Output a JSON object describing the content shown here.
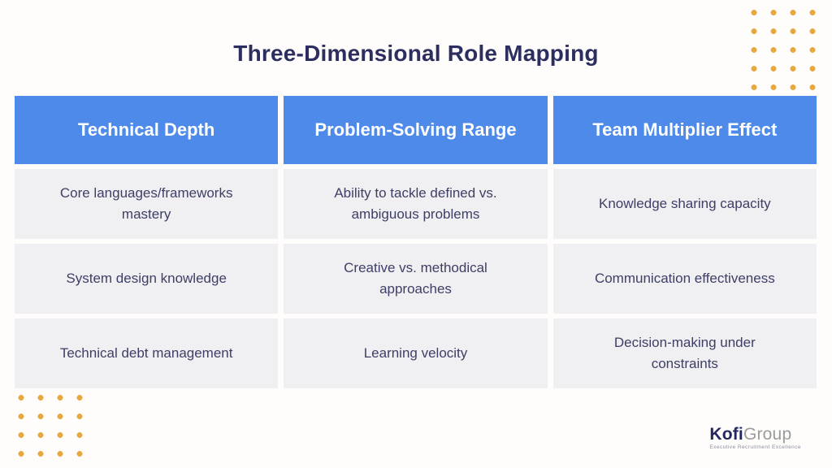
{
  "title": "Three-Dimensional Role Mapping",
  "table": {
    "columns": [
      {
        "header": "Technical Depth",
        "cells": [
          "Core languages/frameworks mastery",
          "System design knowledge",
          "Technical debt management"
        ]
      },
      {
        "header": "Problem-Solving Range",
        "cells": [
          "Ability to tackle defined vs. ambiguous problems",
          "Creative vs. methodical approaches",
          "Learning velocity"
        ]
      },
      {
        "header": "Team Multiplier Effect",
        "cells": [
          "Knowledge sharing capacity",
          "Communication effectiveness",
          "Decision-making under constraints"
        ]
      }
    ]
  },
  "logo": {
    "brand_primary": "Kofi",
    "brand_secondary": "Group",
    "tagline": "Executive Recruitment Excellence"
  },
  "colors": {
    "background": "#fefdfb",
    "header_bg": "#4e8ae9",
    "header_text": "#ffffff",
    "cell_bg": "#f0eff2",
    "cell_text": "#3d3f66",
    "title_text": "#2b2e5e",
    "dot": "#e7a83e",
    "logo_primary": "#23265f",
    "logo_secondary": "#9b9b9b"
  }
}
